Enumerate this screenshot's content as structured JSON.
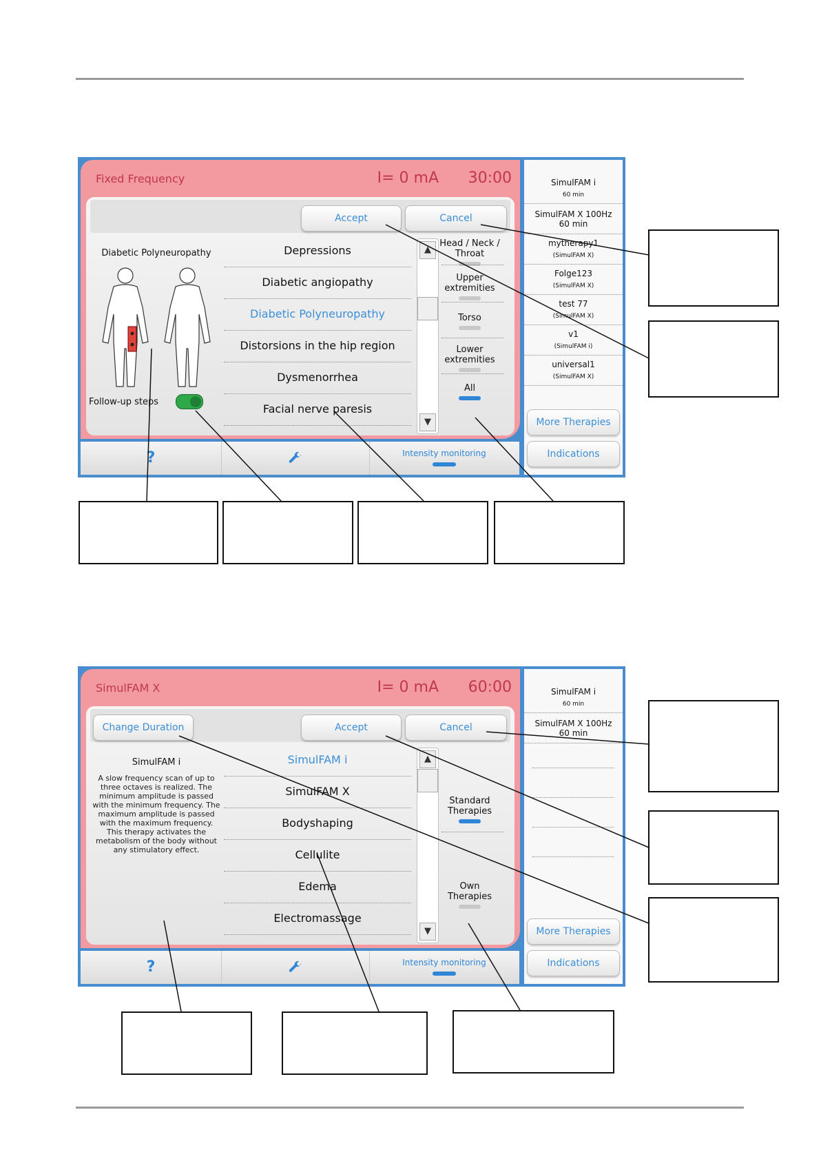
{
  "screen1": {
    "title": "Fixed Frequency",
    "current": "I=  0 mA",
    "time": "30:00",
    "accept": "Accept",
    "cancel": "Cancel",
    "body_title": "Diabetic Polyneuropathy",
    "followup_label": "Follow-up steps",
    "indications": [
      {
        "label": "Depressions",
        "selected": false
      },
      {
        "label": "Diabetic angiopathy",
        "selected": false
      },
      {
        "label": "Diabetic Polyneuropathy",
        "selected": true
      },
      {
        "label": "Distorsions in the hip region",
        "selected": false
      },
      {
        "label": "Dysmenorrhea",
        "selected": false
      },
      {
        "label": "Facial nerve paresis",
        "selected": false
      }
    ],
    "categories": [
      {
        "label": "Head / Neck / Throat",
        "active": false
      },
      {
        "label": "Upper extremities",
        "active": false
      },
      {
        "label": "Torso",
        "active": false
      },
      {
        "label": "Lower extremities",
        "active": false
      },
      {
        "label": "All",
        "active": true
      }
    ],
    "bottom": {
      "help": "?",
      "intensity": "Intensity monitoring"
    },
    "sidebar": [
      {
        "name": "SimulFAM i",
        "sub": "60 min"
      },
      {
        "name": "SimulFAM X 100Hz 60 min",
        "sub": ""
      },
      {
        "name": "mytherapy1",
        "sub": "(SimulFAM X)"
      },
      {
        "name": "Folge123",
        "sub": "(SimulFAM X)"
      },
      {
        "name": "test 77",
        "sub": "(SimulFAM X)"
      },
      {
        "name": "v1",
        "sub": "(SimulFAM i)"
      },
      {
        "name": "universal1",
        "sub": "(SimulFAM X)"
      }
    ],
    "more_therapies": "More Therapies",
    "indications_btn": "Indications"
  },
  "screen2": {
    "title": "SimulFAM X",
    "current": "I=  0 mA",
    "time": "60:00",
    "change_duration": "Change Duration",
    "accept": "Accept",
    "cancel": "Cancel",
    "desc_title": "SimulFAM i",
    "desc_text": "A slow frequency scan of up to three octaves is realized. The minimum amplitude is passed with the minimum frequency. The maximum amplitude is passed with the maximum frequency. This therapy activates the metabolism of the body without any stimulatory effect.",
    "therapies": [
      {
        "label": "SimulFAM i",
        "selected": true
      },
      {
        "label": "SimulFAM X",
        "selected": false
      },
      {
        "label": "Bodyshaping",
        "selected": false
      },
      {
        "label": "Cellulite",
        "selected": false
      },
      {
        "label": "Edema",
        "selected": false
      },
      {
        "label": "Electromassage",
        "selected": false
      }
    ],
    "categories": [
      {
        "label": "Standard Therapies",
        "active": true
      },
      {
        "label": "Own Therapies",
        "active": false
      }
    ],
    "bottom": {
      "help": "?",
      "intensity": "Intensity monitoring"
    },
    "sidebar": [
      {
        "name": "SimulFAM i",
        "sub": "60 min"
      },
      {
        "name": "SimulFAM X 100Hz 60 min",
        "sub": ""
      }
    ],
    "more_therapies": "More Therapies",
    "indications_btn": "Indications"
  }
}
